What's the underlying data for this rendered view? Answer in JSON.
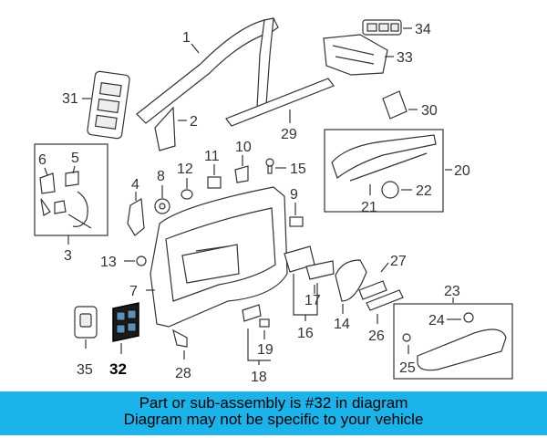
{
  "callouts": {
    "c1": "1",
    "c2": "2",
    "c3": "3",
    "c4": "4",
    "c5": "5",
    "c6": "6",
    "c7": "7",
    "c8": "8",
    "c9": "9",
    "c10": "10",
    "c11": "11",
    "c12": "12",
    "c13": "13",
    "c14": "14",
    "c15": "15",
    "c16": "16",
    "c17": "17",
    "c18": "18",
    "c19": "19",
    "c20": "20",
    "c21": "21",
    "c22": "22",
    "c23": "23",
    "c24": "24",
    "c25": "25",
    "c26": "26",
    "c27": "27",
    "c28": "28",
    "c29": "29",
    "c30": "30",
    "c31": "31",
    "c32": "32",
    "c33": "33",
    "c34": "34",
    "c35": "35"
  },
  "highlight_part": "32",
  "highlight_color": "#1a1a1a",
  "banner": {
    "line1": "Part or sub-assembly is #32 in diagram",
    "line2": "Diagram may not be specific to your vehicle",
    "background": "#1ab3ea"
  }
}
